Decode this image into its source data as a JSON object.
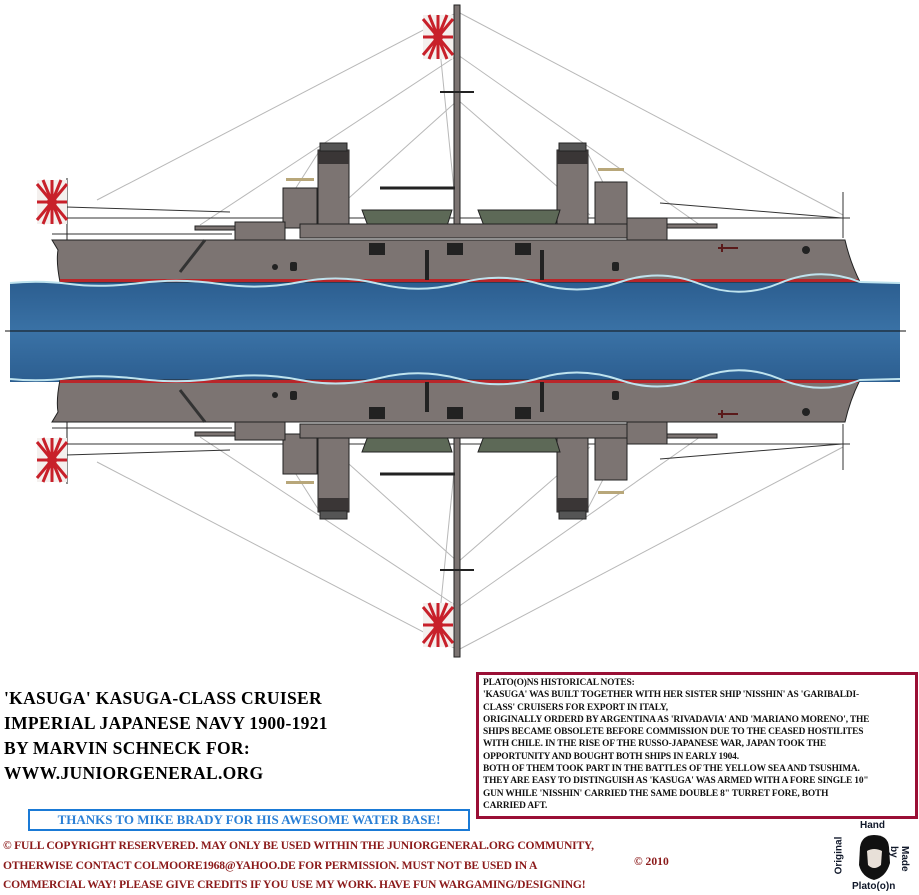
{
  "colors": {
    "hull": "#7c7472",
    "water": "#2f6497",
    "boat": "#5d6957",
    "flag_red": "#c8202a",
    "notes_border": "#9a0f35",
    "thanks_blue": "#1a7ad6",
    "footer_text": "#8b1a1a"
  },
  "artwork": {
    "icons": [
      "rising-sun-flag-icon",
      "ship-icon",
      "water-base-icon",
      "portrait-logo-icon"
    ]
  },
  "title": {
    "lines": [
      "'KASUGA' KASUGA-CLASS CRUISER",
      "IMPERIAL JAPANESE NAVY 1900-1921",
      "BY MARVIN SCHNECK FOR:",
      "WWW.JUNIORGENERAL.ORG"
    ]
  },
  "thanks": "THANKS TO MIKE BRADY FOR HIS AWESOME WATER BASE!",
  "notes": {
    "lines": [
      "PLATO(O)NS HISTORICAL NOTES:",
      "'KASUGA' WAS BUILT TOGETHER WITH HER SISTER SHIP 'NISSHIN' AS 'GARIBALDI-",
      "CLASS' CRUISERS FOR EXPORT IN ITALY,",
      "ORIGINALLY ORDERD BY ARGENTINA AS 'RIVADAVIA' AND 'MARIANO MORENO', THE",
      "SHIPS BECAME OBSOLETE BEFORE COMMISSION DUE TO THE CEASED HOSTILITES",
      "WITH CHILE. IN THE RISE OF THE RUSSO-JAPANESE WAR, JAPAN TOOK THE",
      "OPPORTUNITY AND BOUGHT BOTH SHIPS IN EARLY 1904.",
      "BOTH OF THEM TOOK PART IN THE BATTLES OF THE YELLOW SEA AND TSUSHIMA.",
      "THEY ARE EASY TO DISTINGUISH AS 'KASUGA' WAS ARMED WITH A FORE SINGLE 10\"",
      "GUN WHILE 'NISSHIN' CARRIED THE SAME DOUBLE 8\" TURRET FORE, BOTH",
      "CARRIED AFT."
    ]
  },
  "footer": {
    "lines": [
      "© FULL COPYRIGHT RESERVERED. MAY ONLY BE USED WITHIN THE JUNIORGENERAL.ORG COMMUNITY,",
      "OTHERWISE CONTACT COLMOORE1968@YAHOO.DE FOR PERMISSION. MUST NOT BE USED IN A",
      "COMMERCIAL WAY! PLEASE GIVE CREDITS IF YOU USE MY WORK. HAVE FUN WARGAMING/DESIGNING!"
    ],
    "year": "© 2010"
  },
  "logo": {
    "top": "Hand",
    "left": "Original",
    "right": "Made by",
    "bottom": "Plato(o)n"
  }
}
